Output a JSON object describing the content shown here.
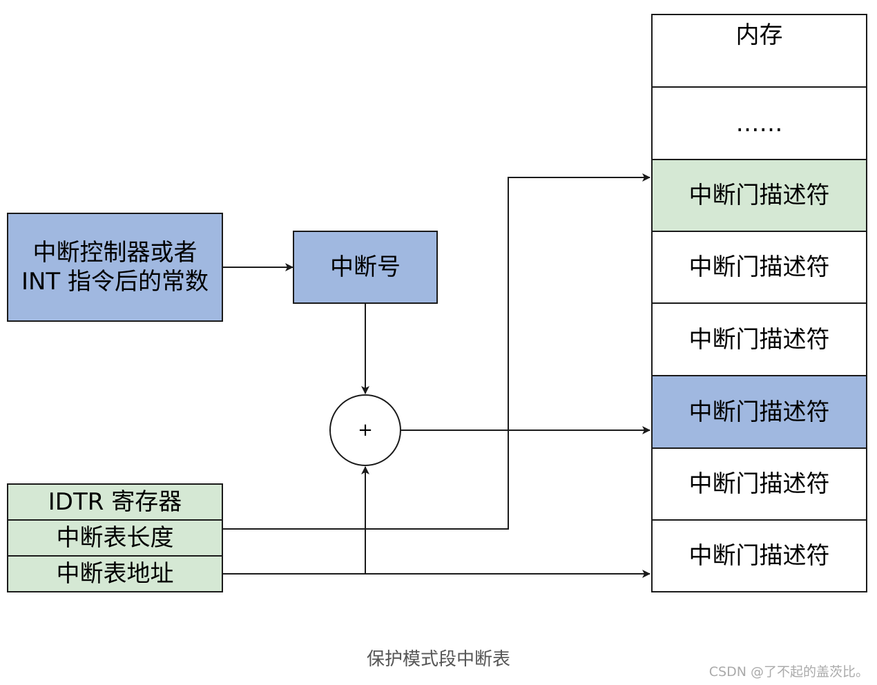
{
  "source_box": {
    "line1": "中断控制器或者",
    "line2": "INT 指令后的常数"
  },
  "interrupt_number_box": {
    "label": "中断号"
  },
  "adder": {
    "symbol": "+"
  },
  "idtr": {
    "title": "IDTR 寄存器",
    "length_label": "中断表长度",
    "address_label": "中断表地址"
  },
  "memory": {
    "header": "内存",
    "ellipsis": "……",
    "descriptors": [
      "中断门描述符",
      "中断门描述符",
      "中断门描述符",
      "中断门描述符",
      "中断门描述符",
      "中断门描述符"
    ]
  },
  "caption": "保护模式段中断表",
  "watermark": "CSDN @了不起的盖茨比。",
  "colors": {
    "blue": "#a0b8e0",
    "green": "#d5e8d4",
    "line": "#1a1a1a"
  }
}
